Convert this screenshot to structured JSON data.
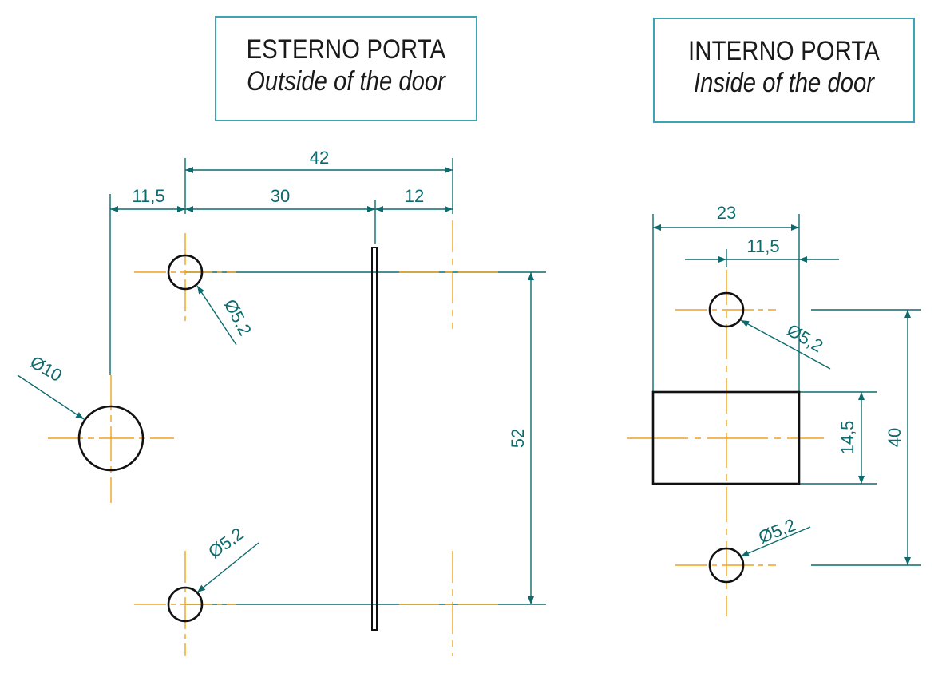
{
  "left_panel": {
    "title_it": "ESTERNO PORTA",
    "title_en": "Outside of the door",
    "dims": {
      "total_width": "42",
      "offset_left": "11,5",
      "hole_to_plate": "30",
      "plate_to_right": "12",
      "vertical_spacing": "52",
      "large_hole": "Ø10",
      "small_hole_top": "Ø5,2",
      "small_hole_bottom": "Ø5,2"
    }
  },
  "right_panel": {
    "title_it": "INTERNO PORTA",
    "title_en": "Inside of the door",
    "dims": {
      "total_width": "23",
      "half_width": "11,5",
      "rect_height": "14,5",
      "vertical_spacing": "40",
      "small_hole_top": "Ø5,2",
      "small_hole_bottom": "Ø5,2"
    }
  },
  "colors": {
    "dimension": "#0d6b6e",
    "centerline": "#f0a21f",
    "outline": "#111111",
    "title_border": "#3aa6b3"
  }
}
